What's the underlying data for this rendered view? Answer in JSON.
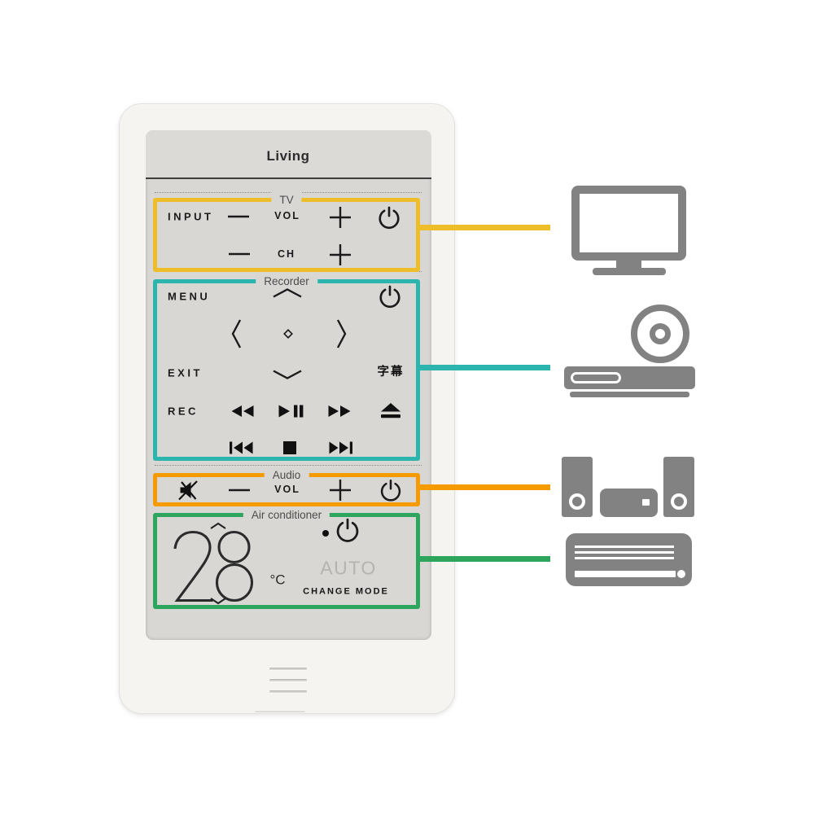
{
  "remote": {
    "header": {
      "title": "Living"
    },
    "tv": {
      "label": "TV",
      "input": "INPUT",
      "vol": "VOL",
      "ch": "CH"
    },
    "recorder": {
      "label": "Recorder",
      "menu": "MENU",
      "exit": "EXIT",
      "rec": "REC",
      "subtitle": "字幕"
    },
    "audio": {
      "label": "Audio",
      "vol": "VOL"
    },
    "ac": {
      "label": "Air conditioner",
      "temperature": "28",
      "unit": "°C",
      "mode": "AUTO",
      "change_mode": "CHANGE MODE"
    }
  },
  "icons": {
    "power": "power-icon",
    "mute": "mute-icon",
    "volume_down": "minus-icon",
    "volume_up": "plus-icon",
    "dpad": [
      "chevron-up-icon",
      "chevron-left-icon",
      "diamond-icon",
      "chevron-right-icon",
      "chevron-down-icon"
    ],
    "transport": [
      "rewind-icon",
      "play-pause-icon",
      "fast-forward-icon",
      "eject-icon",
      "previous-track-icon",
      "stop-icon",
      "next-track-icon"
    ],
    "temperature": [
      "chevron-up-icon",
      "chevron-down-icon"
    ],
    "devices": [
      "tv-icon",
      "disc-recorder-icon",
      "speaker-system-icon",
      "air-conditioner-icon"
    ]
  },
  "colors": {
    "tv_section": "#EDBE2A",
    "recorder_section": "#2BB5AE",
    "audio_section": "#F59B00",
    "ac_section": "#2EA55C",
    "device_icon_gray": "#828282",
    "screen_background": "#D9D7D4",
    "remote_body": "#F5F4F1"
  },
  "devices": [
    {
      "name": "television",
      "icon": "tv-icon",
      "accent": "#EDBE2A"
    },
    {
      "name": "disc-recorder",
      "icon": "disc-recorder-icon",
      "accent": "#2BB5AE"
    },
    {
      "name": "audio-system",
      "icon": "speaker-system-icon",
      "accent": "#F59B00"
    },
    {
      "name": "air-conditioner",
      "icon": "air-conditioner-icon",
      "accent": "#2EA55C"
    }
  ]
}
